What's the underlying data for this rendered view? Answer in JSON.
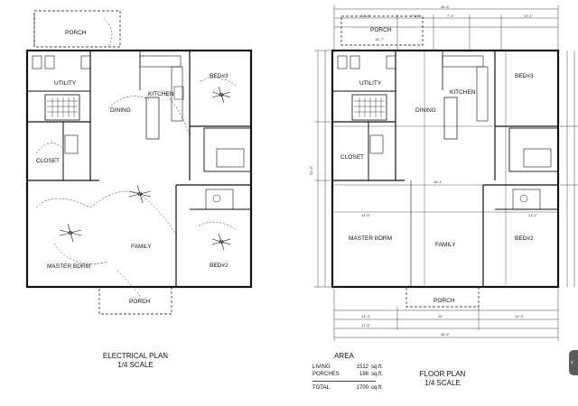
{
  "electrical": {
    "rooms": {
      "porch_top": "PORCH",
      "utility": "UTILITY",
      "kitchen": "KITCHEN",
      "dining": "DINING",
      "bed3": "BED#3",
      "closet": "CLOSET",
      "family": "FAMILY",
      "master": "MASTER BDRM",
      "bed2": "BED#2",
      "porch_bottom": "PORCH"
    },
    "title": "ELECTRICAL PLAN",
    "scale": "1/4 SCALE"
  },
  "floor": {
    "rooms": {
      "porch_top": "PORCH",
      "utility": "UTILITY",
      "kitchen": "KITCHEN",
      "dining": "DINING",
      "bed3": "BED#3",
      "closet": "CLOSET",
      "family": "FAMILY",
      "master": "MASTER BDRM",
      "bed2": "BED#2",
      "porch_bottom": "PORCH"
    },
    "title": "FLOOR PLAN",
    "scale": "1/4 SCALE",
    "dims": {
      "overall_top": "46'-6\"",
      "top_a": "14'-5\"",
      "top_b": "7'-10\"",
      "top_c": "7'-2\"",
      "top_d": "13'-1\"",
      "porch_w": "18'-7\"",
      "bottom_a": "14'-3\"",
      "bottom_b": "18'",
      "bottom_c": "14'-3\"",
      "bottom_d": "17'-8\"",
      "overall_bottom": "46'-6\"",
      "left_total": "32'-6\"",
      "family_w": "16'-1\"",
      "master_w": "14'-6\"",
      "bed2_w": "13'-1\""
    }
  },
  "area": {
    "heading": "AREA",
    "rows": [
      {
        "label": "LIVING",
        "value": "1512",
        "unit": "sq.ft."
      },
      {
        "label": "PORCHES",
        "value": "188",
        "unit": "sq.ft."
      }
    ],
    "total": {
      "label": "TOTAL",
      "value": "1700",
      "unit": "sq.ft."
    }
  }
}
